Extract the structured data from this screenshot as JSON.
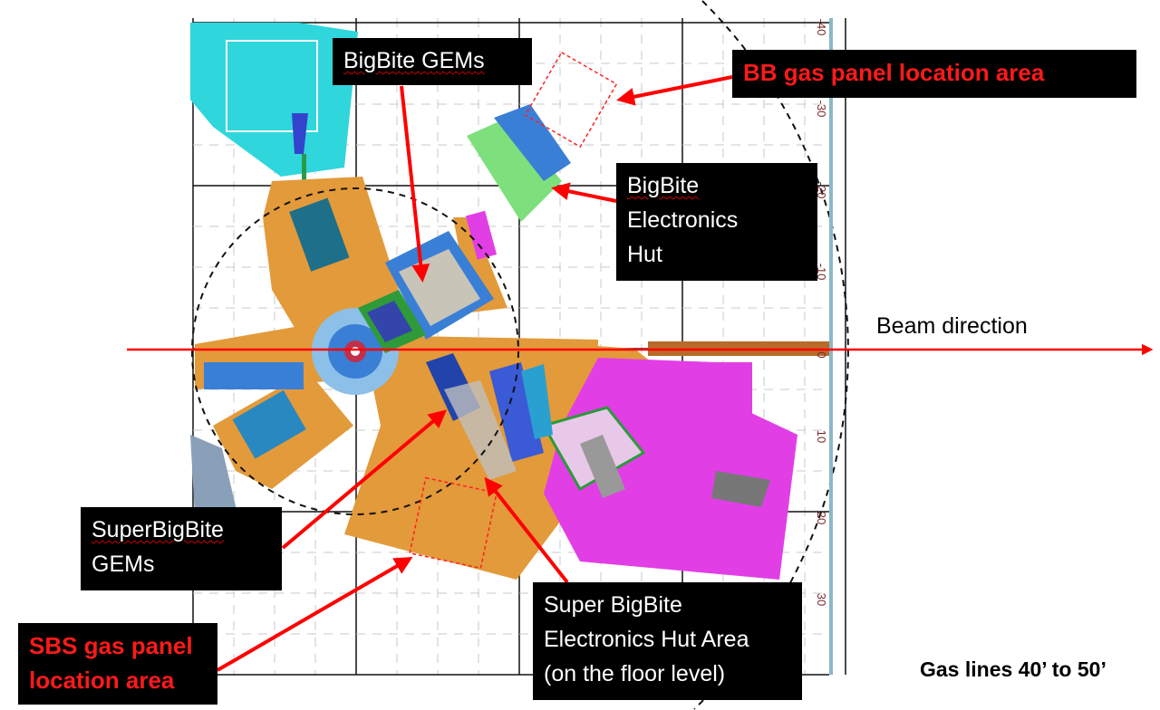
{
  "labels": {
    "bigbite_gems": "BigBite GEMs",
    "bb_gas_panel": "BB gas panel location area",
    "bigbite_hut": [
      "BigBite",
      "Electronics",
      "Hut"
    ],
    "beam_direction": "Beam direction",
    "superbigbite_gems": [
      "SuperBigBite",
      "GEMs"
    ],
    "sbs_gas_panel": [
      "SBS gas panel",
      "location area"
    ],
    "sbs_hut": [
      "Super BigBite",
      "Electronics Hut Area",
      "(on the floor level)"
    ],
    "gas_lines": "Gas lines 40’ to 50’"
  },
  "axis": {
    "ticks": [
      "-40",
      "-30",
      "-20",
      "-10",
      "0",
      "10",
      "20",
      "30"
    ]
  },
  "colors": {
    "arrow": "#ff0000",
    "orange": "#e39a3a",
    "magenta": "#e23ee6",
    "cyan": "#2fd6dc",
    "blue": "#3a7fd6",
    "green": "#63dd6a"
  }
}
